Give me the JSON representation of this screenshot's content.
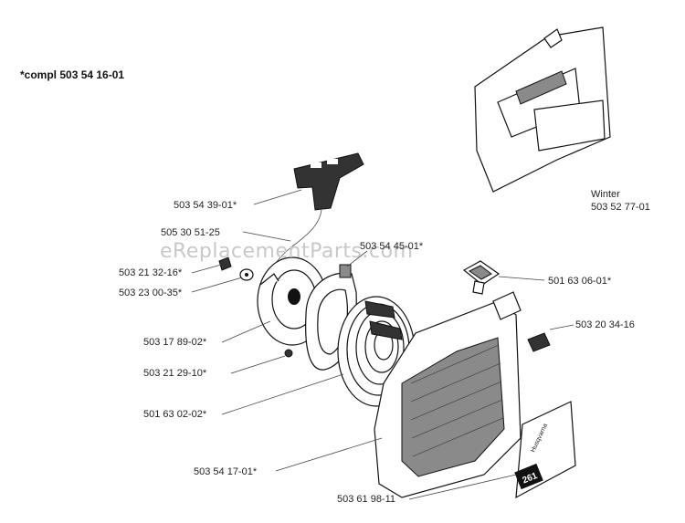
{
  "header": {
    "kit_label": "*compl 503 54 16-01"
  },
  "watermark": "eReplacementParts.com",
  "winter_part": {
    "title": "Winter",
    "number": "503 52 77-01"
  },
  "labels": {
    "handle": "503 54 39-01*",
    "rope": "505 30 51-25",
    "screw_small": "503 21 32-16*",
    "washer": "503 23 00-35*",
    "pulley": "503 17 89-02*",
    "screw_plate": "503 21 29-10*",
    "spring": "501 63 02-02*",
    "housing": "503 54 17-01*",
    "decal": "503 61 98-11",
    "spring_cover": "503 54 45-01*",
    "guide": "501 63 06-01*",
    "housing_screw": "503 20 34-16"
  },
  "decal_text": {
    "brand": "Husqvarna",
    "model": "261"
  }
}
